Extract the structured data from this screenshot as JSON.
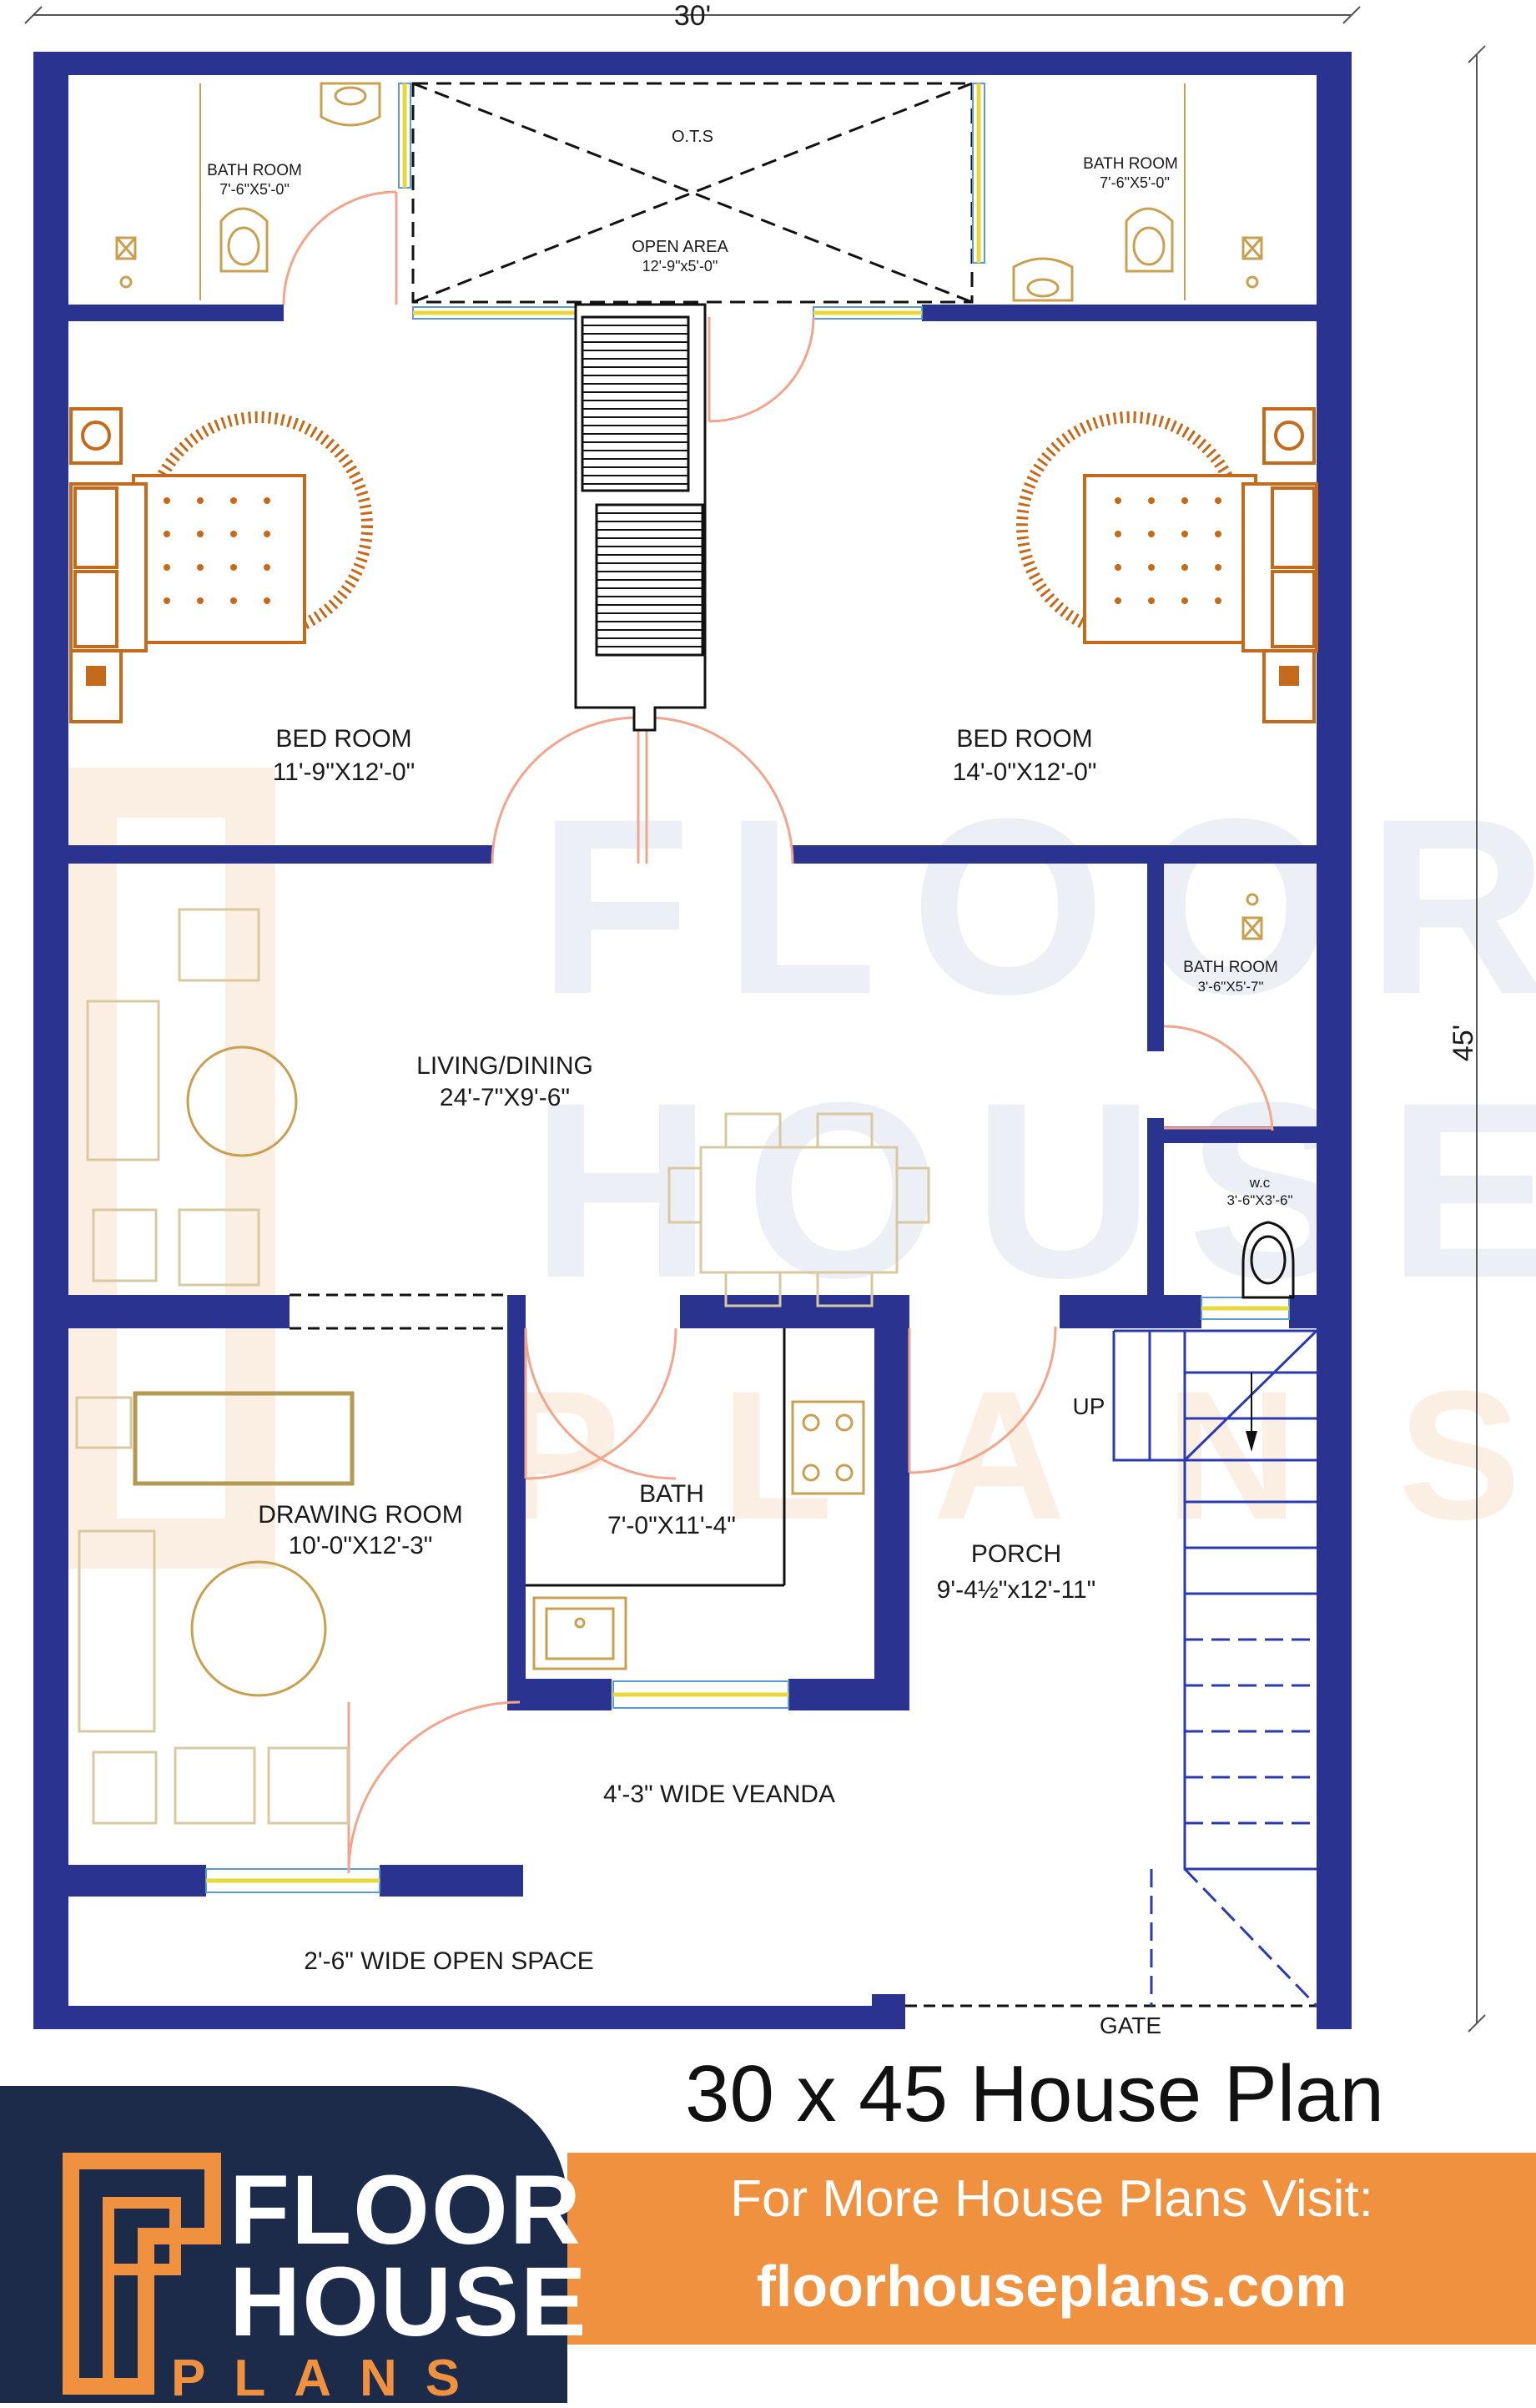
{
  "plan": {
    "width_label": "30'",
    "depth_label": "45'",
    "rooms": {
      "bath_left": {
        "name": "BATH ROOM",
        "size": "7'-6\"X5'-0\""
      },
      "ots": {
        "name": "O.T.S"
      },
      "open_area": {
        "name": "OPEN AREA",
        "size": "12'-9\"x5'-0\""
      },
      "bath_right": {
        "name": "BATH ROOM",
        "size": "7'-6\"X5'-0\""
      },
      "bed_left": {
        "name": "BED ROOM",
        "size": "11'-9\"X12'-0\""
      },
      "bed_right": {
        "name": "BED ROOM",
        "size": "14'-0\"X12'-0\""
      },
      "bath_small": {
        "name": "BATH ROOM",
        "size": "3'-6\"X5'-7\""
      },
      "living": {
        "name": "LIVING/DINING",
        "size": "24'-7\"X9'-6\""
      },
      "wc": {
        "name": "w.c",
        "size": "3'-6\"X3'-6\""
      },
      "up": {
        "name": "UP"
      },
      "drawing": {
        "name": "DRAWING ROOM",
        "size": "10'-0\"X12'-3\""
      },
      "bath_center": {
        "name": "BATH",
        "size": "7'-0\"X11'-4\""
      },
      "porch": {
        "name": "PORCH",
        "size": "9'-4½\"x12'-11\""
      },
      "veranda": {
        "name": "4'-3\" WIDE VEANDA"
      },
      "open_space": {
        "name": "2'-6\" WIDE OPEN SPACE"
      },
      "gate": {
        "name": "GATE"
      }
    },
    "colors": {
      "wall": "#2b3390",
      "furniture": "#c46a1a",
      "door_arc": "#f0a58c",
      "window": "#e8d83a",
      "stair": "#2b3ab0",
      "watermark": "#e9ecf3"
    },
    "watermark": [
      "FLOOR",
      "HOUSE",
      "PLANS"
    ]
  },
  "title": "30 x 45 House Plan",
  "banner": {
    "logo_line1": "FLOOR",
    "logo_line2": "HOUSE",
    "logo_line3": "PLANS",
    "visit_text": "For More House Plans Visit:",
    "url": "floorhouseplans.com",
    "colors": {
      "navy": "#1c2b4a",
      "orange": "#f0913f"
    }
  }
}
